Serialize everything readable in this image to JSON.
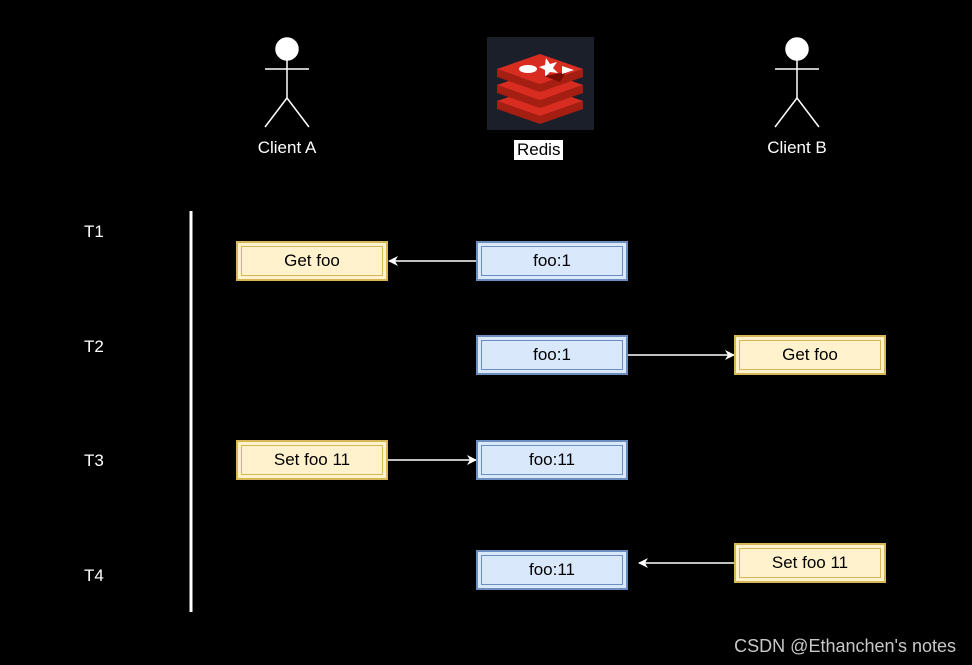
{
  "actors": {
    "client_a": "Client A",
    "redis": "Redis",
    "client_b": "Client B"
  },
  "times": [
    "T1",
    "T2",
    "T3",
    "T4"
  ],
  "steps": {
    "t1": {
      "client": "Get foo",
      "redis": "foo:1"
    },
    "t2": {
      "client": "Get foo",
      "redis": "foo:1"
    },
    "t3": {
      "client": "Set foo 11",
      "redis": "foo:11"
    },
    "t4": {
      "client": "Set foo 11",
      "redis": "foo:11"
    }
  },
  "watermark": "CSDN @Ethanchen's notes",
  "colors": {
    "background": "#000000",
    "client_box_fill": "#fff2cc",
    "client_box_border": "#d6b656",
    "redis_box_fill": "#dae8fc",
    "redis_box_border": "#6c8ebf",
    "redis_logo_red": "#d82c20",
    "redis_logo_bg": "#1b1f2a"
  }
}
